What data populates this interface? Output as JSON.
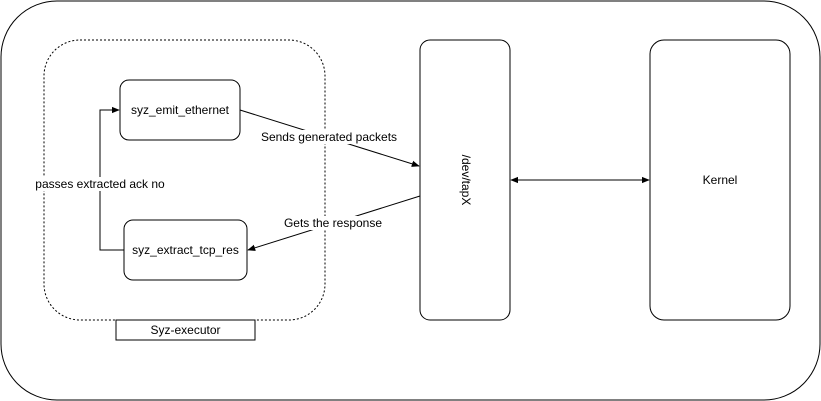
{
  "nodes": {
    "emit": "syz_emit_ethernet",
    "extract": "syz_extract_tcp_res",
    "tap": "/dev/tapX",
    "kernel": "Kernel",
    "executor": "Syz-executor"
  },
  "edges": {
    "sends": "Sends generated packets",
    "gets": "Gets the response",
    "passes": "passes extracted ack no"
  }
}
